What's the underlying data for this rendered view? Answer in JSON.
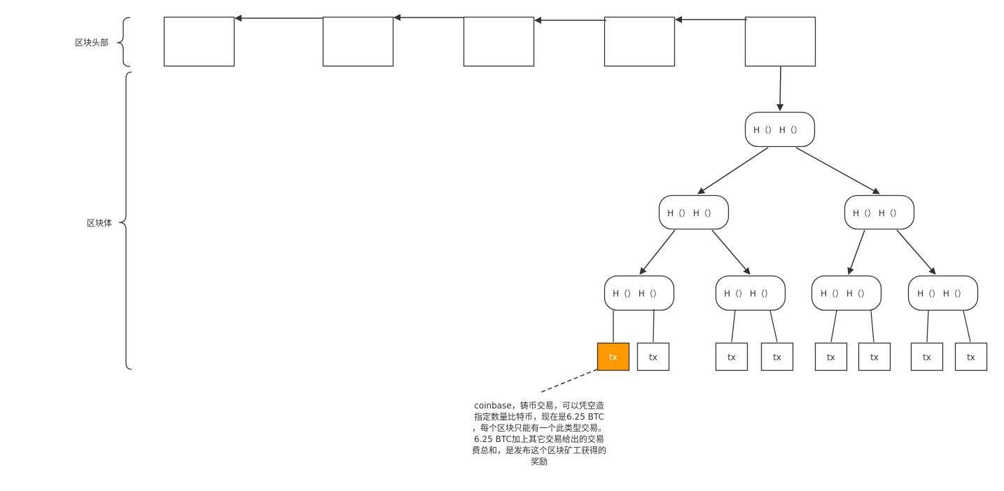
{
  "labels": {
    "header": "区块头部",
    "body": "区块体"
  },
  "merkle": {
    "root": "H（）  H（）",
    "level1": [
      "H（）  H（）",
      "H（）  H（）"
    ],
    "level2": [
      "H（）  H（）",
      "H（）  H（）",
      "H（）  H（）",
      "H（）  H（）"
    ]
  },
  "transactions": [
    "tx",
    "tx",
    "tx",
    "tx",
    "tx",
    "tx",
    "tx",
    "tx"
  ],
  "note": "coinbase，铸币交易，可以凭空造指定数量比特币，现在是6.25 BTC ，每个区块只能有一个此类型交易。6.25 BTC加上其它交易给出的交易费总和，是发布这个区块矿工获得的奖励",
  "colors": {
    "stroke": "#333333",
    "coinbase_fill": "#ff9900",
    "text": "#333333"
  }
}
